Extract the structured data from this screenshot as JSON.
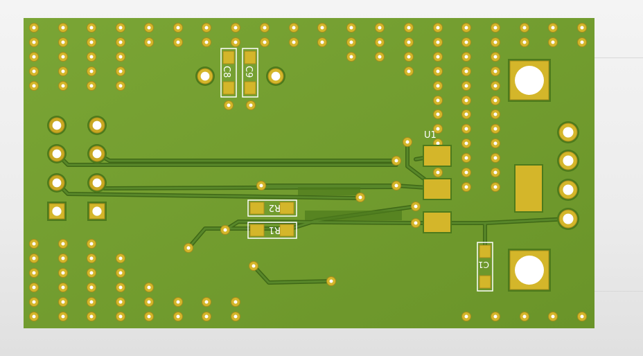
{
  "board": {
    "colors": {
      "substrate": "#6f9a2e",
      "trace": "#4d7a1c",
      "trace_edge": "#3f6817",
      "copper": "#d4b62a",
      "copper_dark": "#a88c1c",
      "silkscreen": "#ffffff",
      "hole": "#ffffff"
    },
    "components": [
      {
        "ref": "C8",
        "rotation": 90
      },
      {
        "ref": "C9",
        "rotation": 90
      },
      {
        "ref": "U1",
        "rotation": 0
      },
      {
        "ref": "R2",
        "rotation": 180
      },
      {
        "ref": "R1",
        "rotation": 180
      },
      {
        "ref": "C1",
        "rotation": 180
      }
    ]
  }
}
